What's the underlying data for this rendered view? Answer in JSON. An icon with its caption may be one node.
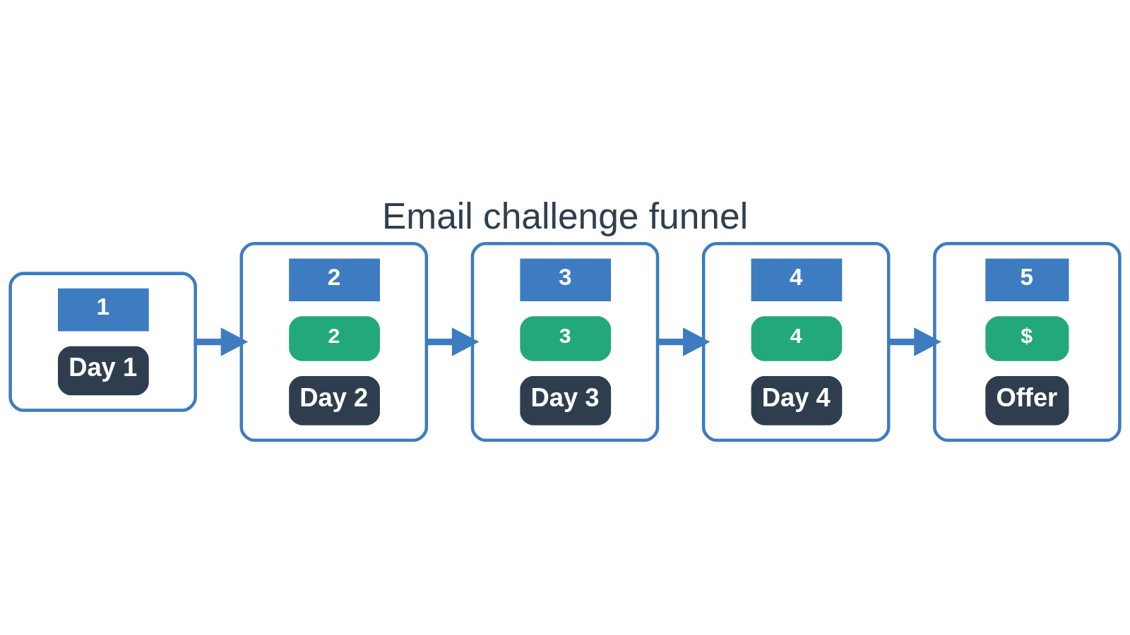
{
  "diagram": {
    "title": "Email challenge funnel",
    "nodes": [
      {
        "text": [
          "1",
          "Day 1"
        ]
      },
      {
        "text": [
          "2",
          "2",
          "Day 2"
        ]
      },
      {
        "text": [
          "3",
          "3",
          "Day 3"
        ]
      },
      {
        "text": [
          "4",
          "4",
          "Day 4"
        ]
      },
      {
        "text": [
          "5",
          "$",
          "Offer"
        ]
      }
    ],
    "edges": [
      {
        "from": 0,
        "to": 1,
        "arrow": "to"
      },
      {
        "from": 1,
        "to": 2,
        "arrow": "to"
      },
      {
        "from": 2,
        "to": 3,
        "arrow": "to"
      },
      {
        "from": 3,
        "to": 4,
        "arrow": "to"
      }
    ]
  }
}
